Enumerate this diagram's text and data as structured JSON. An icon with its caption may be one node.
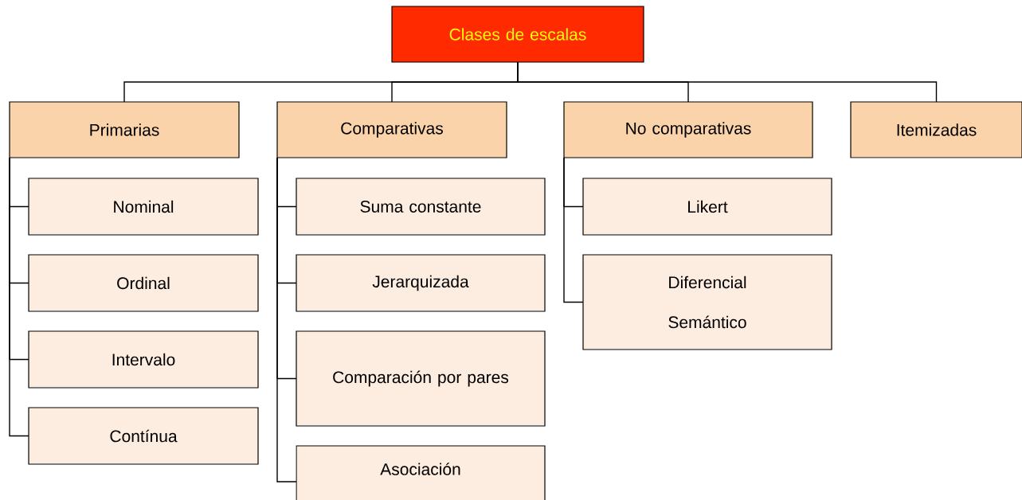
{
  "diagram": {
    "nodes": [
      {
        "text": [
          "Clases de escalas"
        ]
      },
      {
        "text": [
          "Primarias"
        ]
      },
      {
        "text": [
          "Comparativas"
        ]
      },
      {
        "text": [
          "No comparativas"
        ]
      },
      {
        "text": [
          "Itemizadas"
        ]
      },
      {
        "text": [
          "Nominal"
        ]
      },
      {
        "text": [
          "Ordinal"
        ]
      },
      {
        "text": [
          "Intervalo"
        ]
      },
      {
        "text": [
          "Contínua"
        ]
      },
      {
        "text": [
          "Suma constante"
        ]
      },
      {
        "text": [
          "Jerarquizada"
        ]
      },
      {
        "text": [
          "Comparación por pares"
        ]
      },
      {
        "text": [
          "Asociación"
        ]
      },
      {
        "text": [
          "Likert"
        ]
      },
      {
        "text": [
          "Diferencial Semántico"
        ]
      }
    ],
    "edges": [
      {
        "from": 0,
        "to": 1,
        "arrow": "none"
      },
      {
        "from": 0,
        "to": 2,
        "arrow": "none"
      },
      {
        "from": 0,
        "to": 3,
        "arrow": "none"
      },
      {
        "from": 0,
        "to": 4,
        "arrow": "none"
      },
      {
        "from": 1,
        "to": 5,
        "arrow": "none"
      },
      {
        "from": 1,
        "to": 6,
        "arrow": "none"
      },
      {
        "from": 1,
        "to": 7,
        "arrow": "none"
      },
      {
        "from": 1,
        "to": 8,
        "arrow": "none"
      },
      {
        "from": 2,
        "to": 9,
        "arrow": "none"
      },
      {
        "from": 2,
        "to": 10,
        "arrow": "none"
      },
      {
        "from": 2,
        "to": 11,
        "arrow": "none"
      },
      {
        "from": 2,
        "to": 12,
        "arrow": "none"
      },
      {
        "from": 3,
        "to": 13,
        "arrow": "none"
      },
      {
        "from": 3,
        "to": 14,
        "arrow": "none"
      }
    ]
  }
}
